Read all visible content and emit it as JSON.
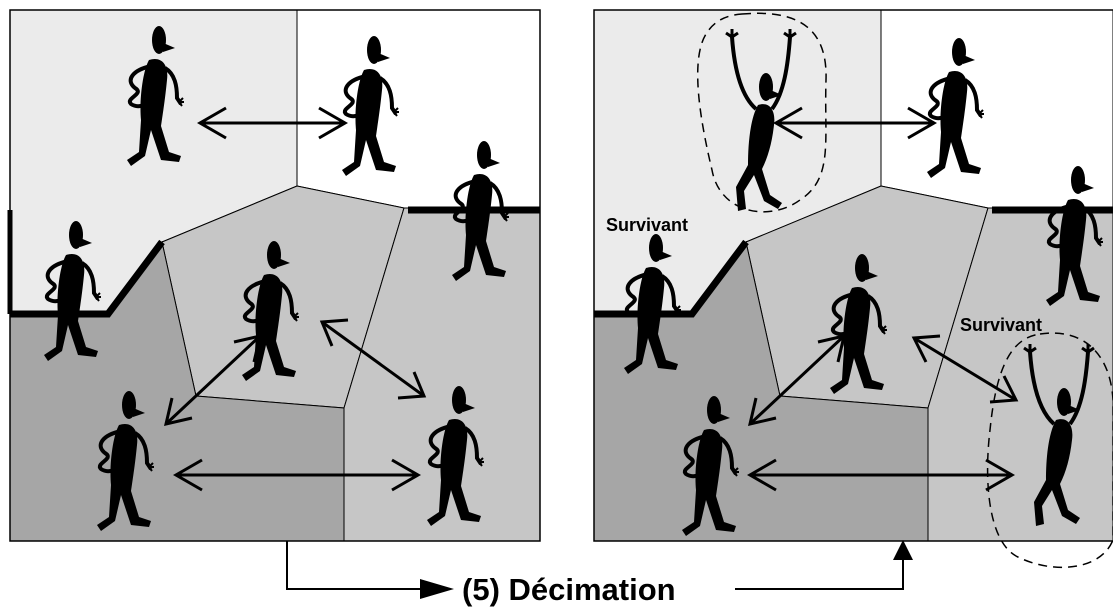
{
  "labels": {
    "survivant_left": "Survivant",
    "survivant_right": "Survivant",
    "step": "(5) Décimation"
  },
  "colors": {
    "region_light": "#ebebeb",
    "region_white": "#ffffff",
    "region_mid": "#c6c6c6",
    "region_dark": "#a6a6a6",
    "figure": "#000000",
    "line": "#000000"
  },
  "icons": {
    "figure": "standing-person-icon",
    "survivor": "cheering-person-icon",
    "link": "double-arrow-icon"
  }
}
